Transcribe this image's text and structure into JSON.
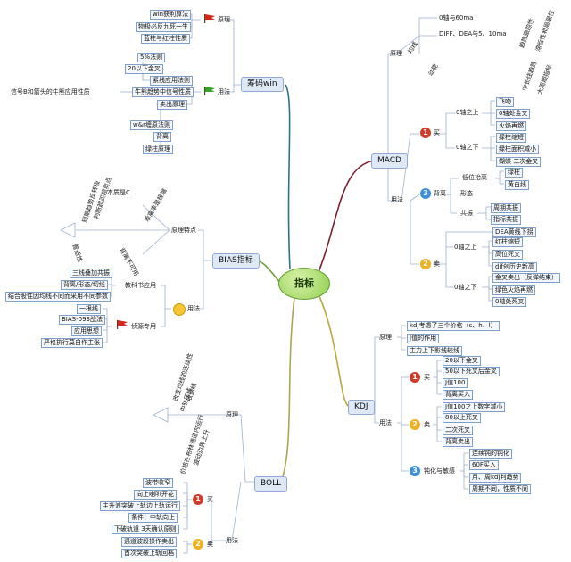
{
  "central": "指标",
  "topics": {
    "macd": "MACD",
    "kdj": "KDJ",
    "boll": "BOLL",
    "bias": "BIAS指标",
    "chip": "筹码win"
  },
  "macd": {
    "principle": "原理",
    "axis1": "0轴与60ma",
    "axis2": "DIFF、DEA与5、10ma",
    "rot_left": [
      "均线",
      "动能"
    ],
    "rot_right": [
      "趋势跟踪性",
      "滞后性和局限性",
      "中长线趋势",
      "大周期指标"
    ],
    "usage": "用法",
    "buy": "买",
    "above0": "0轴之上",
    "above_items": [
      "飞吻",
      "0轴处金叉",
      "火焰再燃"
    ],
    "below0": "0轴之下",
    "below_items": [
      "绿柱缩短",
      "绿柱面积减小",
      "蝴蝶 二次金叉"
    ],
    "diverge": "背离",
    "low_high": "低位抬高",
    "low_items": [
      "绿柱",
      "黄白线"
    ],
    "shape": "形态",
    "resonance": "共振",
    "res_items": [
      "周期共振",
      "指标共振"
    ],
    "sell": "卖",
    "dea_break": "DEA黄线下拐",
    "sell_above": "0轴之上",
    "sell_above_items": [
      "红柱缩短",
      "高位死叉",
      "dif创历史新高"
    ],
    "sell_below": "0轴之下",
    "sell_below_items": [
      "金叉卖出（反弹结束）",
      "绿色火焰再燃",
      "0轴处死叉"
    ]
  },
  "kdj": {
    "principle": "原理",
    "principle_items": [
      "kdj考虑了三个价格（c、h、l）",
      "J值的作用",
      "主力上下影线较线"
    ],
    "usage": "用法",
    "buy": "买",
    "buy_items": [
      "20以下金叉",
      "50以下死叉后金叉",
      "J值100",
      "背离买入"
    ],
    "sell": "卖",
    "sell_items": [
      "J值100之上数字减小",
      "80以上死叉",
      "二次死叉",
      "背离卖出"
    ],
    "passive": "钝化与敏感",
    "passive_items": [
      "连续钝的钝化",
      "60F买入",
      "月、周kdj判趋势",
      "周期不同，性质不同"
    ]
  },
  "boll": {
    "principle": "原理",
    "rot_items": [
      "改变均线的连续性",
      "收盘线",
      "中轨压线",
      "波动边界上升",
      "价格在布林通道内运行"
    ],
    "usage": "用法",
    "buy": "买",
    "buy_items": [
      "波带收窄",
      "向上喇叭开花",
      "主升浪突破上轨边上轨运行",
      "条件：中轨向上",
      "下破轨道 3天确认原则"
    ],
    "sell": "卖",
    "sell_items": [
      "遇道波段操作卖出",
      "首次突破上轨回档"
    ]
  },
  "bias": {
    "points": "原理特点",
    "essence": "本质是C",
    "rot_items": [
      "乖离率是极端",
      "短期趋势反转极",
      "判断超买超卖点",
      "背离不可用",
      "普适性"
    ],
    "usage": "用法",
    "textbook": "教科书应用",
    "textbook_items": [
      "三线叠加共振",
      "背离/形态/切线",
      "结合股性因均线不同而采用不同参数"
    ],
    "method": "侦源专用",
    "method_items": [
      "一根线",
      "BIAS-093战法",
      "应用思想",
      "严格执行莫自作主张"
    ]
  },
  "chip": {
    "principle": "原理",
    "principle_items": [
      "win获利算法",
      "物极必反九死一生",
      "蓝柱与红柱性质"
    ],
    "usage": "用法",
    "rules": [
      "5%法则",
      "20以下金叉"
    ],
    "mid": [
      "紧线应用法则",
      "牛熊趋势中信号性质"
    ],
    "left_mid": "信号B和箭头的牛熊应用性质",
    "sell_principle": "卖出原理",
    "sell_items": [
      "w&r缠原法则",
      "背离",
      "绿柱原理"
    ]
  },
  "colors": {
    "macd_branch": "#7a1f2e",
    "kdj_branch": "#b7a840",
    "boll_branch": "#a8a850",
    "bias_branch": "#6d9f3d",
    "chip_branch": "#2f6f8f",
    "leaf_line": "#9bb0cf"
  }
}
